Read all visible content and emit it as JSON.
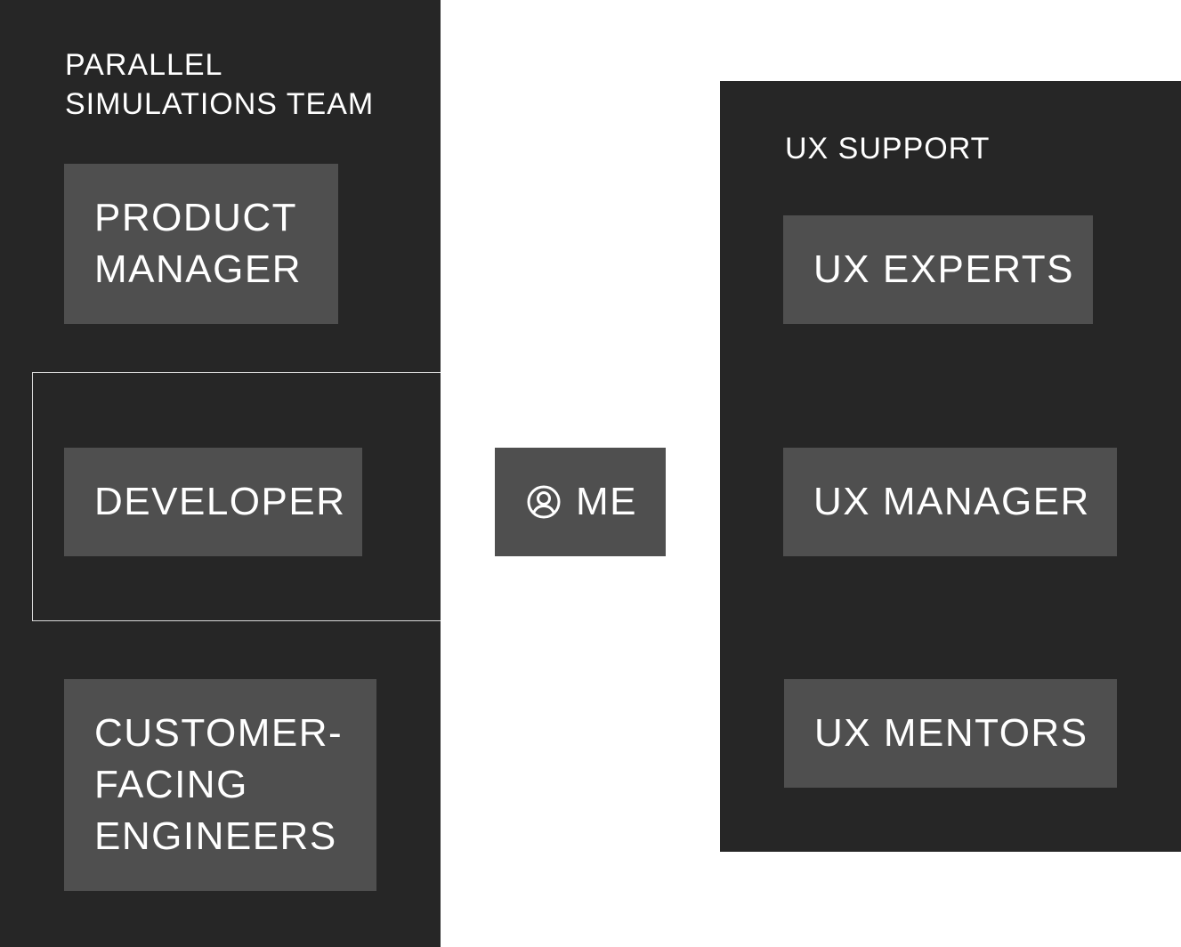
{
  "team_panel": {
    "title": "PARALLEL\nSIMULATIONS TEAM",
    "roles": [
      {
        "label": "PRODUCT\nMANAGER"
      },
      {
        "label": "DEVELOPER"
      },
      {
        "label": "CUSTOMER-\nFACING\nENGINEERS"
      }
    ]
  },
  "me": {
    "icon": "user-circle-icon",
    "label": "ME"
  },
  "support_panel": {
    "title": "UX SUPPORT",
    "roles": [
      {
        "label": "UX EXPERTS"
      },
      {
        "label": "UX MANAGER"
      },
      {
        "label": "UX MENTORS"
      }
    ]
  },
  "colors": {
    "panel": "#262626",
    "box": "#4f4f4f",
    "text": "#ffffff",
    "frame": "#d9d9d9",
    "background": "#ffffff"
  }
}
